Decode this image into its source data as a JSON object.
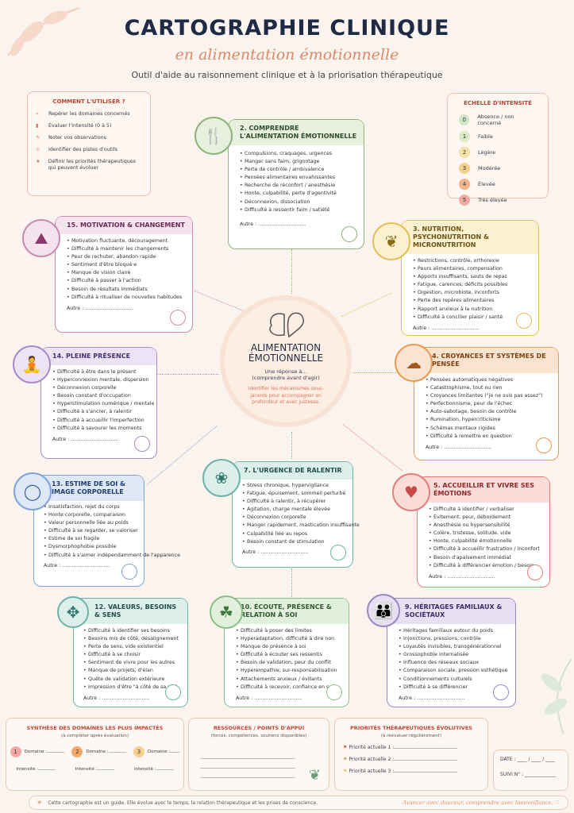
{
  "header": {
    "title": "CARTOGRAPHIE CLINIQUE",
    "subtitle": "en alimentation émotionnelle",
    "tagline": "Outil d'aide au raisonnement clinique et à la priorisation thérapeutique"
  },
  "howto": {
    "title": "COMMENT L'UTILISER ?",
    "items": [
      "Repérer les domaines concernés",
      "Évaluer l'intensité (0 à 5)",
      "Noter vos observations",
      "Identifier des pistes d'outils",
      "Définir les priorités thérapeutiques qui peuvent évoluer"
    ]
  },
  "scale": {
    "title": "ÉCHELLE D'INTENSITÉ",
    "levels": [
      {
        "n": "0",
        "label": "Absence / non concerné",
        "color": "#cfe6c8"
      },
      {
        "n": "1",
        "label": "Faible",
        "color": "#d9ecc6"
      },
      {
        "n": "2",
        "label": "Légère",
        "color": "#f6e3a3"
      },
      {
        "n": "3",
        "label": "Modérée",
        "color": "#f7cf8f"
      },
      {
        "n": "4",
        "label": "Élevée",
        "color": "#f3b38e"
      },
      {
        "n": "5",
        "label": "Très élevée",
        "color": "#f2a9a3"
      }
    ]
  },
  "center": {
    "title": "ALIMENTATION ÉMOTIONNELLE",
    "line1": "Une réponse à...",
    "line2": "(comprendre avant d'agir)",
    "line3": "Identifier les mécanismes sous-jacents pour accompagner en profondeur et avec justesse."
  },
  "autre_label": "Autre : ..............................",
  "cards": {
    "c2": {
      "title": "2. COMPRENDRE L'ALIMENTATION ÉMOTIONNELLE",
      "color": "#8bb37a",
      "bg": "#e6f0dc",
      "items": [
        "Compulsions, craquages, urgences",
        "Manger sans faim, grignotage",
        "Perte de contrôle / ambivalence",
        "Pensées alimentaires envahissantes",
        "Recherche de réconfort / anesthésie",
        "Honte, culpabilité, perte d'agentivité",
        "Déconnexion, dissociation",
        "Difficulté à ressentir faim / satiété"
      ]
    },
    "c3": {
      "title": "3. NUTRITION, PSYCHONUTRITION & MICRONUTRITION",
      "color": "#e3c055",
      "bg": "#fbf1d0",
      "items": [
        "Restrictions, contrôle, orthorexie",
        "Peurs alimentaires, compensation",
        "Apports insuffisants, sauts de repas",
        "Fatigue, carences, déficits possibles",
        "Digestion, microbiote, inconforts",
        "Perte des repères alimentaires",
        "Rapport anxieux à la nutrition",
        "Difficulté à concilier plaisir / santé"
      ]
    },
    "c4": {
      "title": "4. CROYANCES ET SYSTÈMES DE PENSÉE",
      "color": "#e89a55",
      "bg": "#fbe4cf",
      "items": [
        "Pensées automatiques négatives",
        "Catastrophisme, tout ou rien",
        "Croyances limitantes (\"je ne suis pas assez\")",
        "Perfectionnisme, peur de l'échec",
        "Auto-sabotage, besoin de contrôle",
        "Rumination, hypercriticisme",
        "Schémas mentaux rigides",
        "Difficulté à remettre en question"
      ]
    },
    "c5": {
      "title": "5. ACCUEILLIR ET VIVRE SES ÉMOTIONS",
      "color": "#e27f7a",
      "bg": "#fbdcd8",
      "items": [
        "Difficulté à identifier / verbaliser",
        "Évitement, peur, débordement",
        "Anesthésie ou hypersensibilité",
        "Colère, tristesse, solitude, vide",
        "Honte, culpabilité émotionnelle",
        "Difficulté à accueillir frustration / inconfort",
        "Besoin d'apaisement immédiat",
        "Difficulté à différencier émotion / besoin"
      ]
    },
    "c7": {
      "title": "7. L'URGENCE DE RALENTIR",
      "color": "#6fb3a6",
      "bg": "#dcefeb",
      "items": [
        "Stress chronique, hypervigilance",
        "Fatigue, épuisement, sommeil perturbé",
        "Difficulté à ralentir, à récupérer",
        "Agitation, charge mentale élevée",
        "Déconnexion corporelle",
        "Manger rapidement, mastication insuffisante",
        "Culpabilité liée au repos",
        "Besoin constant de stimulation"
      ]
    },
    "c9": {
      "title": "9. HÉRITAGES FAMILIAUX & SOCIÉTAUX",
      "color": "#9b86c4",
      "bg": "#e7e0f2",
      "items": [
        "Héritages familiaux autour du poids",
        "Injonctions, pressions, contrôle",
        "Loyautés invisibles, transgénérationnel",
        "Grossophobie internalisée",
        "Influence des réseaux sociaux",
        "Comparaison sociale, pression esthétique",
        "Conditionnements culturels",
        "Difficulté à se différencier"
      ]
    },
    "c10": {
      "title": "10. ÉCOUTE, PRÉSENCE & RELATION À SOI",
      "color": "#8bbf8a",
      "bg": "#e1f0dc",
      "items": [
        "Difficulté à poser des limites",
        "Hyperadaptation, difficulté à dire non",
        "Manque de présence à soi",
        "Difficulté à écouter ses ressentis",
        "Besoin de validation, peur du conflit",
        "Hyperempathie, sur-responsabilisation",
        "Attachements anxieux / évitants",
        "Difficulté à recevoir, confiance en soi"
      ]
    },
    "c12": {
      "title": "12. VALEURS, BESOINS & SENS",
      "color": "#6fb3a6",
      "bg": "#dcefeb",
      "items": [
        "Difficulté à identifier ses besoins",
        "Besoins mis de côté, désalignement",
        "Perte de sens, vide existentiel",
        "Difficulté à se choisir",
        "Sentiment de vivre pour les autres",
        "Manque de projets, d'élan",
        "Quête de validation extérieure",
        "Impression d'être \"à côté de sa vie\""
      ]
    },
    "c13": {
      "title": "13. ESTIME DE SOI & IMAGE CORPORELLE",
      "color": "#7ea4d6",
      "bg": "#dfe8f6",
      "items": [
        "Insatisfaction, rejet du corps",
        "Honte corporelle, comparaison",
        "Valeur personnelle liée au poids",
        "Difficulté à se regarder, se valoriser",
        "Estime de soi fragile",
        "Dysmorphophobie possible",
        "Difficulté à s'aimer indépendamment de l'apparence"
      ]
    },
    "c14": {
      "title": "14. PLEINE PRÉSENCE",
      "color": "#a98cc8",
      "bg": "#ece3f5",
      "items": [
        "Difficulté à être dans le présent",
        "Hyperconnexion mentale, dispersion",
        "Déconnexion corporelle",
        "Besoin constant d'occupation",
        "Hyperstimulation numérique / mentale",
        "Difficulté à s'ancrer, à ralentir",
        "Difficulté à accueillir l'imperfection",
        "Difficulté à savourer les moments"
      ]
    },
    "c15": {
      "title": "15. MOTIVATION & CHANGEMENT",
      "color": "#c98bb4",
      "bg": "#f5e3ee",
      "items": [
        "Motivation fluctuante, découragement",
        "Difficulté à maintenir les changements",
        "Peur de rechuter, abandon rapide",
        "Sentiment d'être bloqué·e",
        "Manque de vision claire",
        "Difficulté à passer à l'action",
        "Besoin de résultats immédiats",
        "Difficulté à ritualiser de nouvelles habitudes"
      ]
    }
  },
  "synthesis": {
    "title": "SYNTHÈSE DES DOMAINES LES PLUS IMPACTÉS",
    "sub": "(à compléter après évaluation)",
    "domain": "Domaine :",
    "intensity": "Intensité :"
  },
  "resources": {
    "title": "RESSOURCES / POINTS D'APPUI",
    "sub": "(forces, compétences, soutiens disponibles)"
  },
  "priorities": {
    "title": "PRIORITÉS THÉRAPEUTIQUES ÉVOLUTIVES",
    "sub": "(à réévaluer régulièrement)",
    "items": [
      "Priorité actuelle 1 :",
      "Priorité actuelle 2 :",
      "Priorité actuelle 3 :"
    ]
  },
  "date": {
    "date": "DATE : ____ / ____ / ____",
    "suivi": "SUIVI N° : _____________"
  },
  "footer": {
    "note": "Cette cartographie est un guide. Elle évolue avec le temps, la relation thérapeutique et les prises de conscience.",
    "quote": "Avancer avec douceur, comprendre avec bienveillance. ♡"
  }
}
